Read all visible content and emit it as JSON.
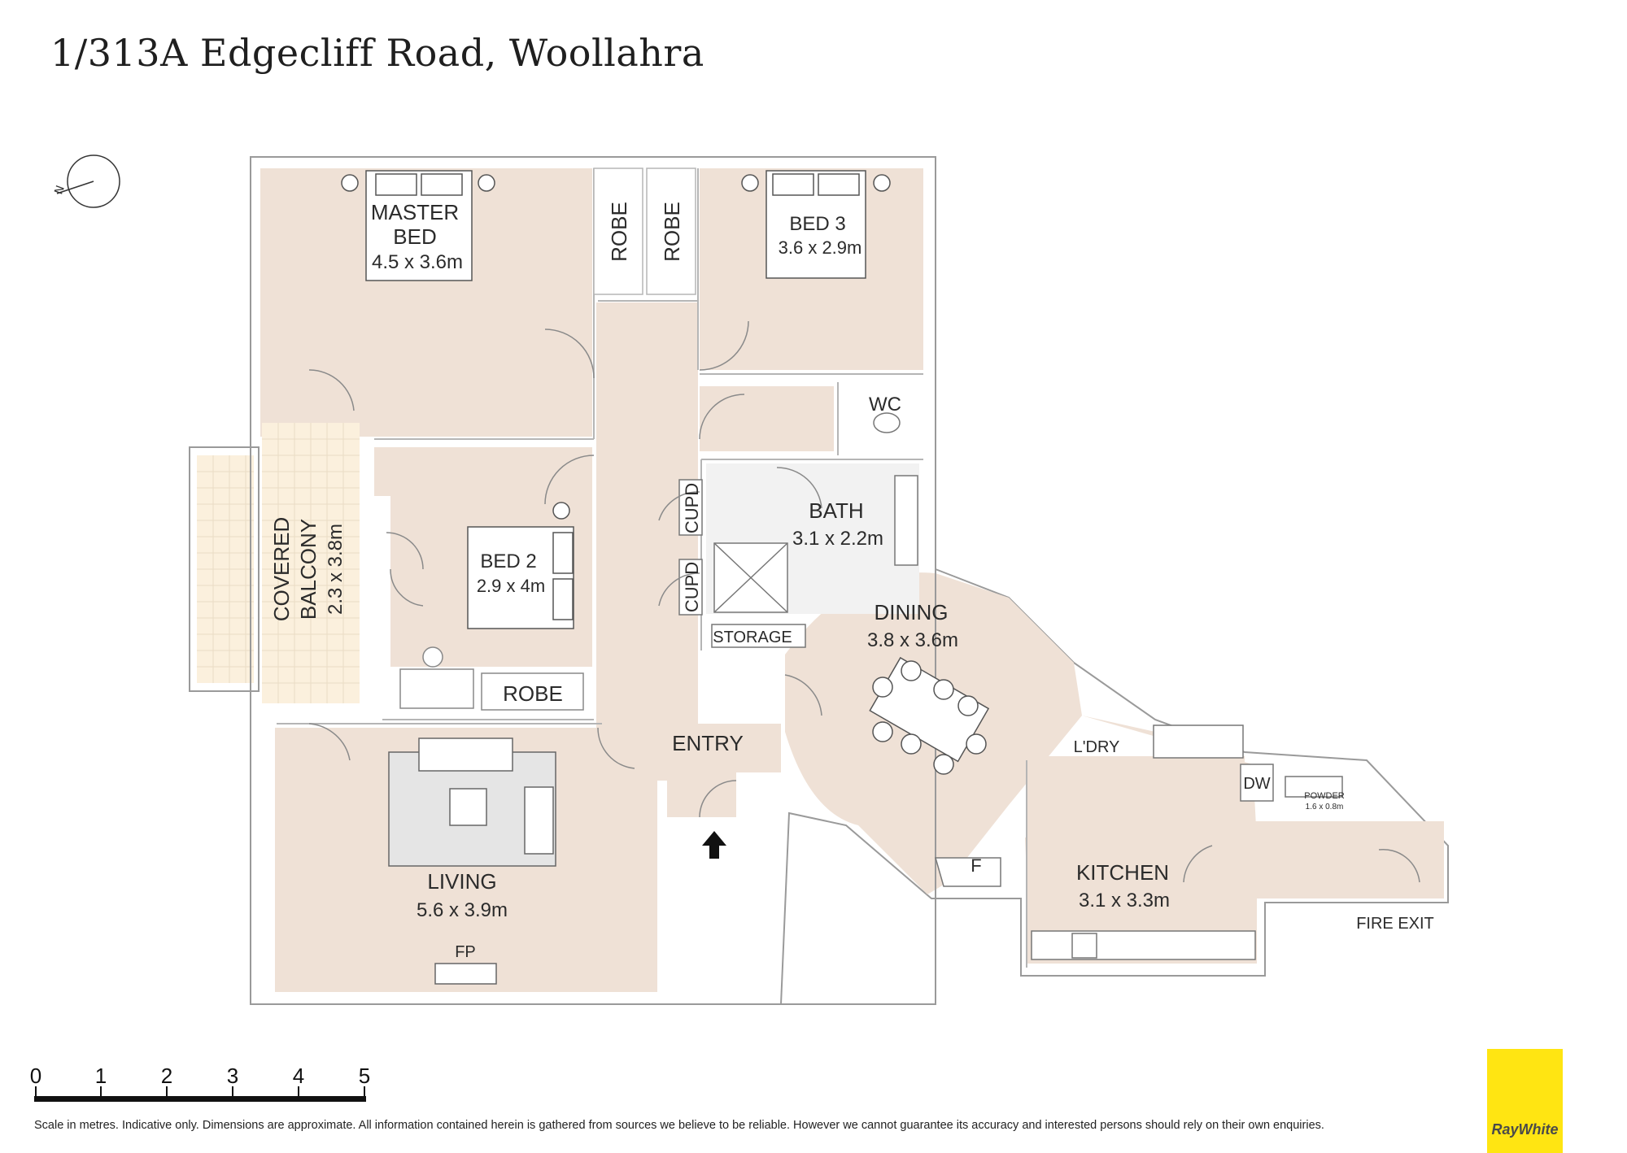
{
  "header": {
    "title": "1/313A Edgecliff Road, Woollahra"
  },
  "compass": {
    "north_label": "N"
  },
  "rooms": {
    "master_bed": {
      "name_line1": "MASTER",
      "name_line2": "BED",
      "size": "4.5 x 3.6m"
    },
    "robe_1": {
      "name": "ROBE"
    },
    "robe_2": {
      "name": "ROBE"
    },
    "bed3": {
      "name": "BED 3",
      "size": "3.6 x 2.9m"
    },
    "wc": {
      "name": "WC"
    },
    "bath": {
      "name": "BATH",
      "size": "3.1 x 2.2m"
    },
    "cupd_1": {
      "name": "CUPD"
    },
    "cupd_2": {
      "name": "CUPD"
    },
    "storage": {
      "name": "STORAGE"
    },
    "covered_balcony": {
      "name_line1": "COVERED",
      "name_line2": "BALCONY",
      "size": "2.3 x 3.8m"
    },
    "bed2": {
      "name": "BED 2",
      "size": "2.9 x 4m"
    },
    "robe_3": {
      "name": "ROBE"
    },
    "entry": {
      "name": "ENTRY"
    },
    "dining": {
      "name": "DINING",
      "size": "3.8 x 3.6m"
    },
    "laundry": {
      "name": "L'DRY"
    },
    "dw": {
      "name": "DW"
    },
    "powder": {
      "name": "POWDER",
      "size": "1.6 x 0.8m"
    },
    "fridge": {
      "name": "F"
    },
    "kitchen": {
      "name": "KITCHEN",
      "size": "3.1 x 3.3m"
    },
    "fire_exit": {
      "name": "FIRE EXIT"
    },
    "living": {
      "name": "LIVING",
      "size": "5.6 x 3.9m"
    },
    "fireplace": {
      "name": "FP"
    }
  },
  "scale": {
    "ticks": [
      "0",
      "1",
      "2",
      "3",
      "4",
      "5"
    ]
  },
  "footer": {
    "disclaimer": "Scale in metres. Indicative only. Dimensions are approximate. All information contained herein is gathered from sources we believe to be reliable. However we cannot guarantee its accuracy and interested persons should rely on their own enquiries.",
    "brand": "RayWhite"
  },
  "colors": {
    "floor": "#efe1d6",
    "wall": "#ffffff",
    "wall_edge": "#9a9a9a",
    "balcony": "#fbf0dd",
    "brand_yellow": "#ffe512"
  }
}
